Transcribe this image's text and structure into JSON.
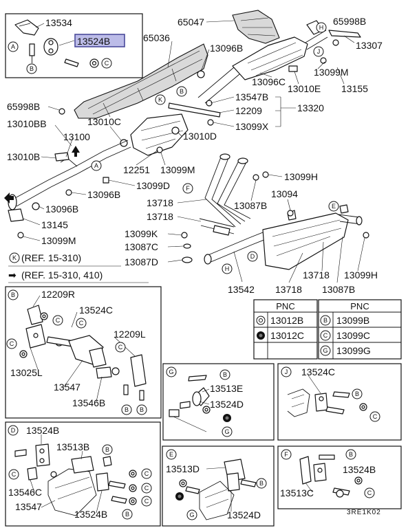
{
  "inset": {
    "label_13534": "13534",
    "highlighted_part": "13524B",
    "callouts": [
      "A",
      "B",
      "C"
    ],
    "highlight_fill": "#bcbce8",
    "highlight_border": "#4a4a9a"
  },
  "main": {
    "labels": [
      "65047",
      "65998B",
      "65036",
      "13096B",
      "13307",
      "13099M",
      "13096C",
      "13010E",
      "13155",
      "13547B",
      "12209",
      "13320",
      "13099X",
      "65998B",
      "13010BB",
      "13100",
      "13010C",
      "13010D",
      "13010B",
      "12251",
      "13099M",
      "13099H",
      "13094",
      "13099D",
      "13096B",
      "13718",
      "13087B",
      "13096B",
      "13718",
      "13145",
      "13099K",
      "13099M",
      "13087C",
      "13087D",
      "13542",
      "13718",
      "13087B",
      "13718",
      "13099H"
    ],
    "callouts": [
      "H",
      "J",
      "B",
      "K",
      "A",
      "F",
      "E",
      "D",
      "H"
    ]
  },
  "references": [
    {
      "marker": "K",
      "text": "(REF. 15-310)"
    },
    {
      "marker": "➡",
      "text": "(REF. 15-310, 410)"
    }
  ],
  "pnc_table": {
    "header_left": "PNC",
    "header_right": "PNC",
    "left_rows": [
      "13012B",
      "13012C"
    ],
    "right_rows": [
      {
        "key": "B",
        "pnc": "13099B"
      },
      {
        "key": "C",
        "pnc": "13099C"
      },
      {
        "key": "G",
        "pnc": "13099G"
      }
    ]
  },
  "detail_b": {
    "key": "B",
    "labels": [
      "12209R",
      "13524C",
      "12209L",
      "13025L",
      "13547",
      "13546B"
    ],
    "callouts": [
      "C",
      "C",
      "C",
      "C",
      "B",
      "B"
    ]
  },
  "detail_g": {
    "key": "G",
    "labels": [
      "13513E",
      "13524D"
    ],
    "callouts": [
      "B",
      "G"
    ]
  },
  "detail_j": {
    "key": "J",
    "labels": [
      "13524C"
    ],
    "callouts": [
      "B",
      "C"
    ]
  },
  "detail_d": {
    "key": "D",
    "labels": [
      "13524B",
      "13513B",
      "13546C",
      "13547",
      "13524B"
    ],
    "callouts": [
      "B",
      "C",
      "C",
      "C",
      "C",
      "B"
    ]
  },
  "detail_e": {
    "key": "E",
    "labels": [
      "13513D",
      "13524D"
    ],
    "callouts": [
      "B",
      "G"
    ]
  },
  "detail_f": {
    "key": "F",
    "labels": [
      "13524B",
      "13513C"
    ],
    "callouts": [
      "B",
      "C"
    ]
  },
  "diagram_code": "3RE1K02"
}
